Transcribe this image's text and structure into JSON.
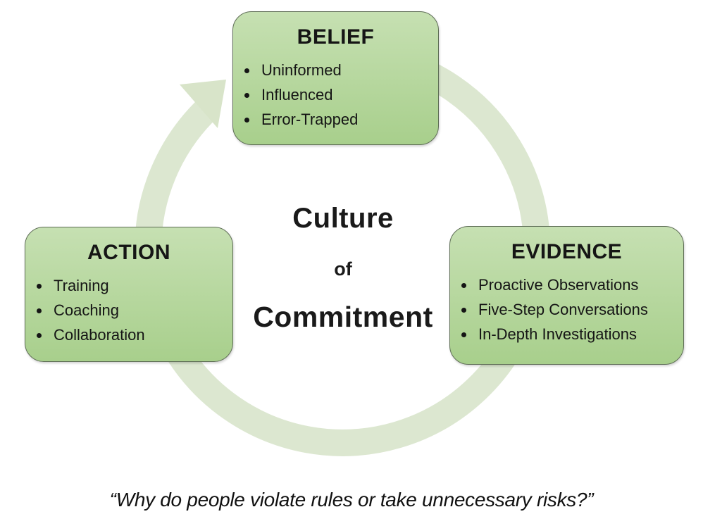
{
  "center": {
    "line1": "Culture",
    "line2": "of",
    "line3": "Commitment"
  },
  "nodes": [
    {
      "id": "belief",
      "title": "BELIEF",
      "items": [
        "Uninformed",
        "Influenced",
        "Error-Trapped"
      ]
    },
    {
      "id": "action",
      "title": "ACTION",
      "items": [
        "Training",
        "Coaching",
        "Collaboration"
      ]
    },
    {
      "id": "evidence",
      "title": "EVIDENCE",
      "items": [
        "Proactive Observations",
        "Five-Step Conversations",
        "In-Depth Investigations"
      ]
    }
  ],
  "cycle": {
    "direction": "clockwise",
    "arrowhead_position": "upper-left"
  },
  "quote": "“Why do people violate rules or take unnecessary risks?”",
  "colors": {
    "box_gradient_top": "#c6e0b2",
    "box_gradient_bottom": "#a8cf8c",
    "box_border": "#5f6e57",
    "ring": "#dce7d0",
    "arrowhead": "#d8e4c9",
    "text": "#1a1a1a"
  }
}
